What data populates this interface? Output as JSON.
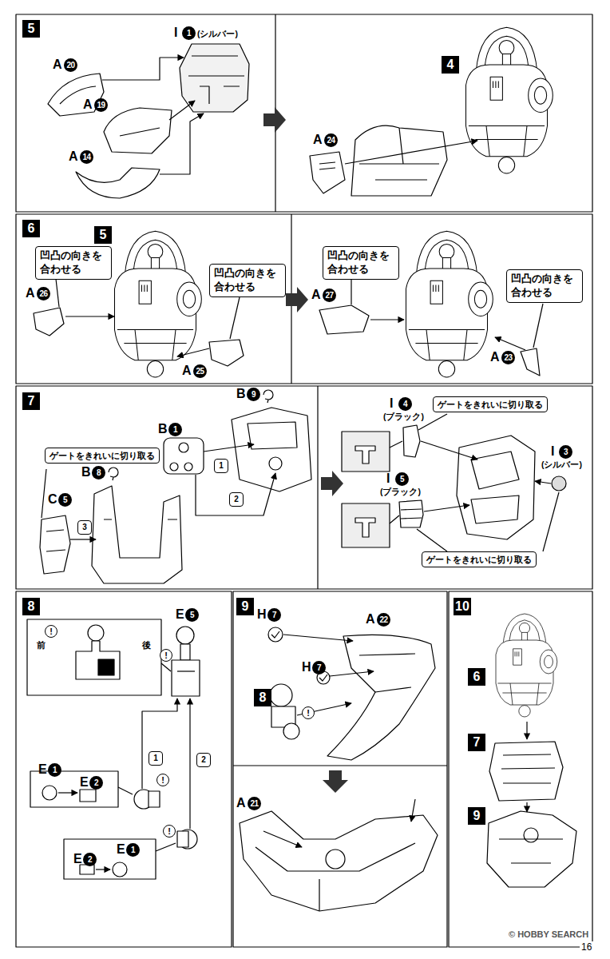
{
  "diagram": {
    "nodes": [
      {
        "text": [
          "5"
        ]
      },
      {
        "text": [
          "4"
        ]
      },
      {
        "text": [
          "6"
        ]
      },
      {
        "text": [
          "5"
        ]
      },
      {
        "text": [
          "凹凸の向きを合わせる"
        ]
      },
      {
        "text": [
          "凹凸の向きを合わせる"
        ]
      },
      {
        "text": [
          "凹凸の向きを合わせる"
        ]
      },
      {
        "text": [
          "凹凸の向きを合わせる"
        ]
      },
      {
        "text": [
          "7"
        ]
      },
      {
        "text": [
          "ゲートをきれいに切り取る"
        ]
      },
      {
        "text": [
          "ゲートをきれいに切り取る"
        ]
      },
      {
        "text": [
          "ゲートをきれいに切り取る"
        ]
      },
      {
        "text": [
          "8"
        ]
      },
      {
        "text": [
          "9"
        ]
      },
      {
        "text": [
          "8"
        ]
      },
      {
        "text": [
          "10"
        ]
      },
      {
        "text": [
          "6"
        ]
      },
      {
        "text": [
          "7"
        ]
      },
      {
        "text": [
          "9"
        ]
      }
    ],
    "labels": [
      "A",
      "20",
      "I",
      "1",
      "(シルバー)",
      "A",
      "19",
      "A",
      "14",
      "A",
      "24",
      "A",
      "26",
      "A",
      "25",
      "A",
      "27",
      "A",
      "23",
      "B",
      "9",
      "B",
      "1",
      "B",
      "8",
      "C",
      "5",
      "1",
      "2",
      "3",
      "I",
      "4",
      "(ブラック)",
      "I",
      "5",
      "(ブラック)",
      "I",
      "3",
      "(シルバー)",
      "前",
      "後",
      "E",
      "5",
      "1",
      "2",
      "E",
      "1",
      "E",
      "2",
      "E",
      "2",
      "E",
      "1",
      "!",
      "!",
      "!",
      "!",
      "H",
      "7",
      "A",
      "22",
      "H",
      "7",
      "!",
      "A",
      "21",
      "© HOBBY SEARCH",
      "16"
    ]
  }
}
